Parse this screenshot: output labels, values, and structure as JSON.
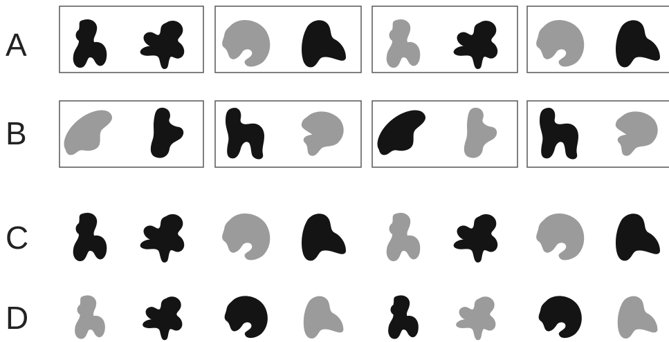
{
  "colors": {
    "black": "#141414",
    "gray": "#9b9b9b",
    "frame": "#555555"
  },
  "rows": [
    {
      "label": "A",
      "framed": true,
      "pairs": [
        [
          {
            "shape": "fist",
            "color": "black"
          },
          {
            "shape": "splat",
            "color": "black"
          }
        ],
        [
          {
            "shape": "crescent",
            "color": "gray"
          },
          {
            "shape": "bird",
            "color": "black"
          }
        ],
        [
          {
            "shape": "fist",
            "color": "gray"
          },
          {
            "shape": "splat",
            "color": "black"
          }
        ],
        [
          {
            "shape": "crescent",
            "color": "gray"
          },
          {
            "shape": "bird",
            "color": "black"
          }
        ]
      ]
    },
    {
      "label": "B",
      "framed": true,
      "pairs": [
        [
          {
            "shape": "blade",
            "color": "gray"
          },
          {
            "shape": "hook",
            "color": "black"
          }
        ],
        [
          {
            "shape": "hshape",
            "color": "black"
          },
          {
            "shape": "shell",
            "color": "gray"
          }
        ],
        [
          {
            "shape": "blade",
            "color": "black"
          },
          {
            "shape": "hook",
            "color": "gray"
          }
        ],
        [
          {
            "shape": "hshape",
            "color": "black"
          },
          {
            "shape": "shell",
            "color": "gray"
          }
        ]
      ]
    },
    {
      "label": "C",
      "framed": false,
      "pairs": [
        [
          {
            "shape": "fist",
            "color": "black"
          },
          {
            "shape": "splat",
            "color": "black"
          }
        ],
        [
          {
            "shape": "crescent",
            "color": "gray"
          },
          {
            "shape": "bird",
            "color": "black"
          }
        ],
        [
          {
            "shape": "fist",
            "color": "gray"
          },
          {
            "shape": "splat",
            "color": "black"
          }
        ],
        [
          {
            "shape": "crescent",
            "color": "gray"
          },
          {
            "shape": "bird",
            "color": "black"
          }
        ]
      ]
    },
    {
      "label": "D",
      "framed": false,
      "pairs": [
        [
          {
            "shape": "fist",
            "color": "gray"
          },
          {
            "shape": "splat",
            "color": "black"
          }
        ],
        [
          {
            "shape": "crescent",
            "color": "black"
          },
          {
            "shape": "bird",
            "color": "gray"
          }
        ],
        [
          {
            "shape": "fist",
            "color": "black"
          },
          {
            "shape": "splat",
            "color": "gray"
          }
        ],
        [
          {
            "shape": "crescent",
            "color": "black"
          },
          {
            "shape": "bird",
            "color": "gray"
          }
        ]
      ]
    }
  ]
}
